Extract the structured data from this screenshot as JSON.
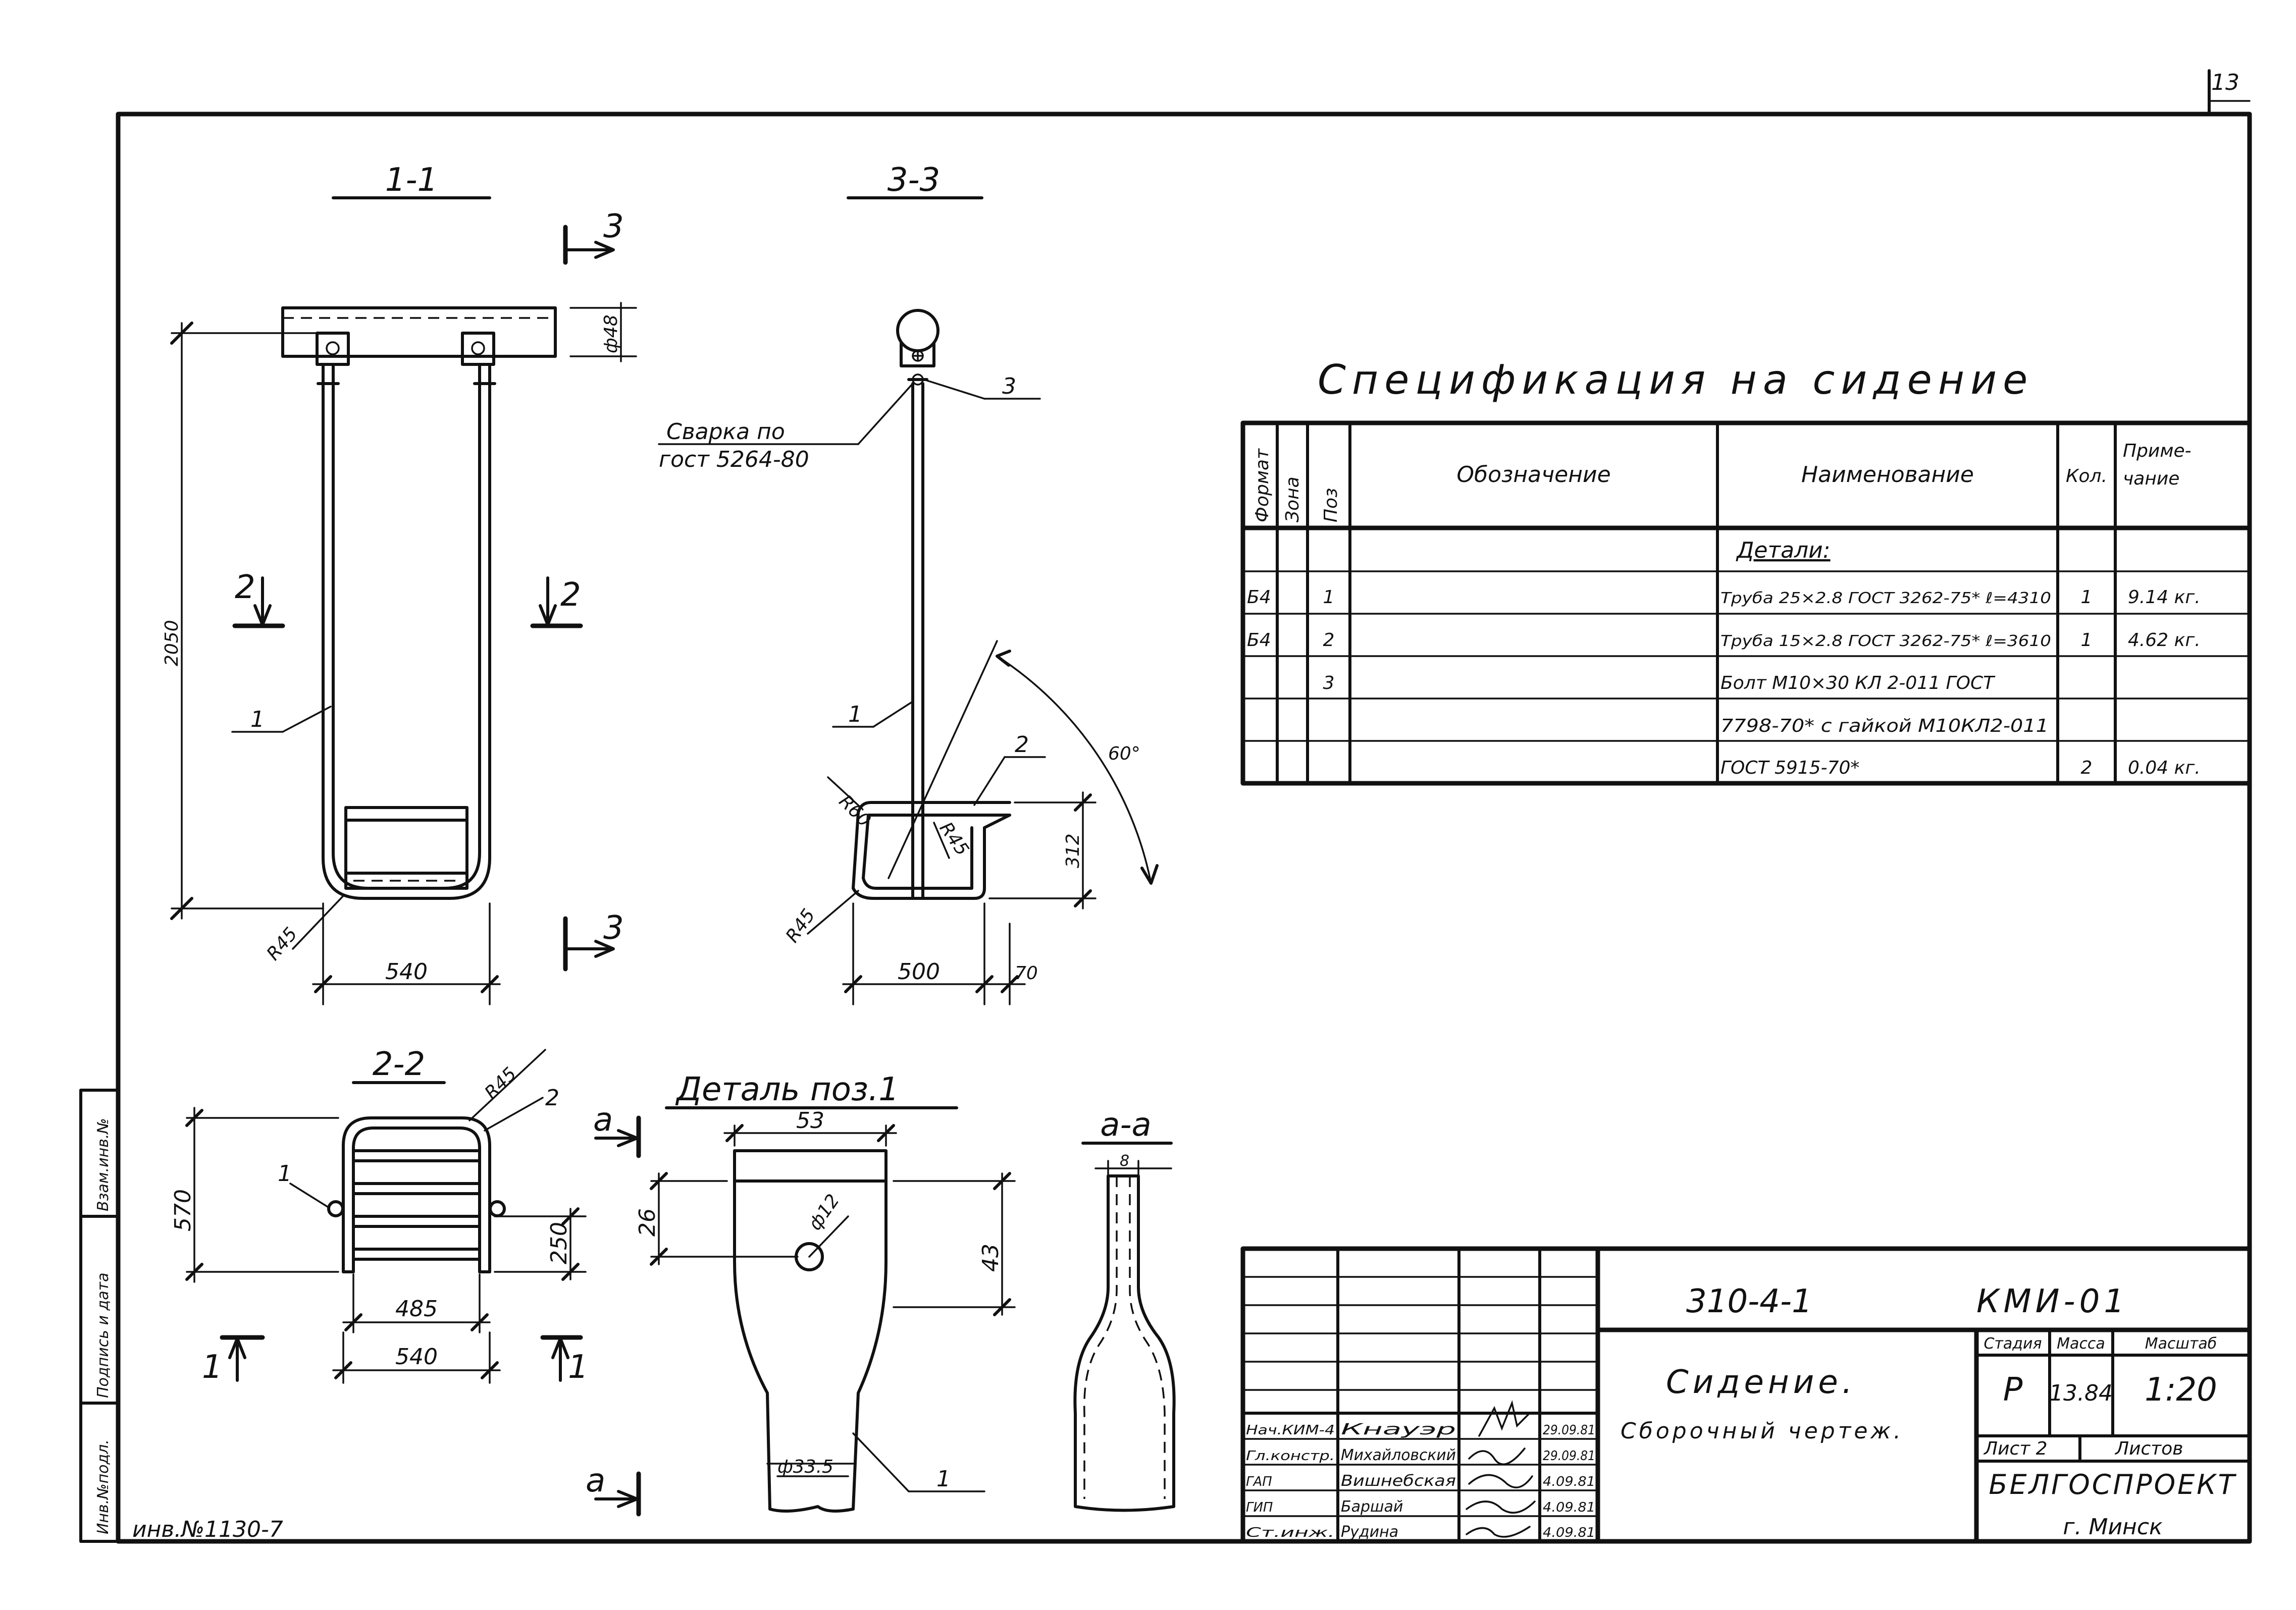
{
  "sheet": {
    "sheet_number": "13",
    "inventory_number": "инв.№1130-7"
  },
  "side_stamp": {
    "inv_podl": "Инв.№подл.",
    "podpis_data": "Подпись и дата",
    "vzam_inv": "Взам.инв.№"
  },
  "views": {
    "v11": {
      "title": "1-1",
      "section_mark_3": "3",
      "section_mark_2_left": "2",
      "section_mark_2_right": "2",
      "dim_top": "ф48",
      "dim_height": "2050",
      "dim_width": "540",
      "radius": "R45",
      "pos1": "1"
    },
    "v33": {
      "title": "3-3",
      "weld_line1": "Сварка по",
      "weld_line2": "гост 5264-80",
      "pos1": "1",
      "pos2": "2",
      "pos3": "3",
      "r60": "R60",
      "r45_a": "R45",
      "r45_b": "R45",
      "angle": "60°",
      "dim_h": "312",
      "dim_w": "500",
      "dim_70": "70"
    },
    "v22": {
      "title": "2-2",
      "radius": "R45",
      "pos1": "1",
      "pos2": "2",
      "dim_570": "570",
      "dim_250": "250",
      "dim_485": "485",
      "dim_540": "540",
      "mark1_left": "1",
      "mark1_right": "1"
    },
    "detail": {
      "title": "Деталь поз.1",
      "dim_53": "53",
      "dim_26": "26",
      "dim_43": "43",
      "hole": "ф12",
      "dia": "ф33.5",
      "pos1": "1",
      "mark_a_top": "а",
      "mark_a_bottom": "а"
    },
    "aa": {
      "title": "а-а",
      "dim_8": "8"
    }
  },
  "spec": {
    "title": "Спецификация на сидение",
    "headers": {
      "format": "Формат",
      "zone": "Зона",
      "pos": "Поз",
      "designation": "Обозначение",
      "name": "Наименование",
      "qty": "Кол.",
      "note_line1": "Приме-",
      "note_line2": "чание"
    },
    "section_label": "Детали:",
    "rows": [
      {
        "format": "Б4",
        "pos": "1",
        "name": "Труба 25×2.8 ГОСТ 3262-75* ℓ=4310",
        "qty": "1",
        "note": "9.14 кг."
      },
      {
        "format": "Б4",
        "pos": "2",
        "name": "Труба 15×2.8 ГОСТ 3262-75* ℓ=3610",
        "qty": "1",
        "note": "4.62 кг."
      },
      {
        "format": "",
        "pos": "3",
        "name": "Болт М10×30 КЛ 2-011 ГОСТ",
        "qty": "",
        "note": ""
      },
      {
        "format": "",
        "pos": "",
        "name": "7798-70* с гайкой М10КЛ2-011",
        "qty": "",
        "note": ""
      },
      {
        "format": "",
        "pos": "",
        "name": "ГОСТ 5915-70*",
        "qty": "2",
        "note": "0.04 кг."
      }
    ]
  },
  "title_block": {
    "doc_code": "310-4-1",
    "doc_mark": "КМИ-01",
    "name_line1": "Сидение.",
    "name_line2": "Сборочный чертеж.",
    "stage_label": "Стадия",
    "mass_label": "Масса",
    "scale_label": "Масштаб",
    "stage": "Р",
    "mass": "13.84",
    "scale": "1:20",
    "sheet_label": "Лист 2",
    "sheets_label": "Листов",
    "org": "БЕЛГОСПРОЕКТ",
    "city": "г. Минск",
    "signers": [
      {
        "role": "Нач.КИМ-4",
        "name": "Кнауэр",
        "date": "29.09.81"
      },
      {
        "role": "Гл.констр.",
        "name": "Михайловский",
        "date": "29.09.81"
      },
      {
        "role": "ГАП",
        "name": "Вишнебская",
        "date": "4.09.81"
      },
      {
        "role": "ГИП",
        "name": "Баршай",
        "date": "4.09.81"
      },
      {
        "role": "Ст.инж.",
        "name": "Рудина",
        "date": "4.09.81"
      }
    ]
  }
}
